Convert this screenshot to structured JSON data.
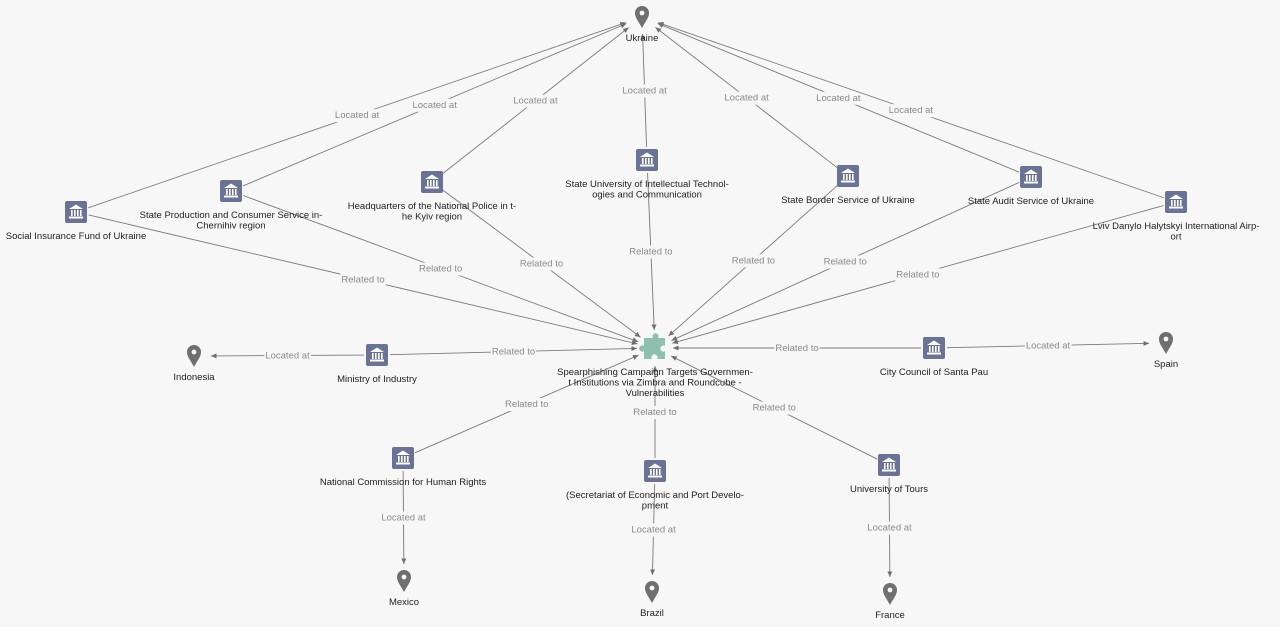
{
  "graph": {
    "nodes": [
      {
        "id": "ukraine",
        "type": "location",
        "label": [
          "Ukraine"
        ]
      },
      {
        "id": "indonesia",
        "type": "location",
        "label": [
          "Indonesia"
        ]
      },
      {
        "id": "spain",
        "type": "location",
        "label": [
          "Spain"
        ]
      },
      {
        "id": "mexico",
        "type": "location",
        "label": [
          "Mexico"
        ]
      },
      {
        "id": "brazil",
        "type": "location",
        "label": [
          "Brazil"
        ]
      },
      {
        "id": "france",
        "type": "location",
        "label": [
          "France"
        ]
      },
      {
        "id": "campaign",
        "type": "campaign",
        "label": [
          "Spearphishing Campaign Targets Governmen-",
          "t Institutions via Zimbra and Roundcube -",
          "Vulnerabilities"
        ]
      },
      {
        "id": "social_insurance",
        "type": "organization",
        "label": [
          "Social Insurance Fund of Ukraine"
        ]
      },
      {
        "id": "state_production",
        "type": "organization",
        "label": [
          "State Production and Consumer Service in-",
          "Chernihiv region"
        ]
      },
      {
        "id": "hq_police",
        "type": "organization",
        "label": [
          "Headquarters of the National Police in t-",
          "he Kyiv region"
        ]
      },
      {
        "id": "state_university",
        "type": "organization",
        "label": [
          "State University of Intellectual Technol-",
          "ogies and Communication"
        ]
      },
      {
        "id": "state_border",
        "type": "organization",
        "label": [
          "State Border Service of Ukraine"
        ]
      },
      {
        "id": "state_audit",
        "type": "organization",
        "label": [
          "State Audit Service of Ukraine"
        ]
      },
      {
        "id": "lviv_airport",
        "type": "organization",
        "label": [
          "Lviv Danylo Halytskyi International Airp-",
          "ort"
        ]
      },
      {
        "id": "ministry_industry",
        "type": "organization",
        "label": [
          "Ministry of Industry"
        ]
      },
      {
        "id": "city_council",
        "type": "organization",
        "label": [
          "City Council of Santa Pau"
        ]
      },
      {
        "id": "national_commission",
        "type": "organization",
        "label": [
          "National Commission for Human Rights"
        ]
      },
      {
        "id": "secretariat",
        "type": "organization",
        "label": [
          "(Secretariat of Economic and Port Develo-",
          "pment"
        ]
      },
      {
        "id": "univ_tours",
        "type": "organization",
        "label": [
          "University of Tours"
        ]
      }
    ],
    "edges": [
      {
        "from": "social_insurance",
        "to": "ukraine",
        "label": "Located at"
      },
      {
        "from": "state_production",
        "to": "ukraine",
        "label": "Located at"
      },
      {
        "from": "hq_police",
        "to": "ukraine",
        "label": "Located at"
      },
      {
        "from": "state_university",
        "to": "ukraine",
        "label": "Located at"
      },
      {
        "from": "state_border",
        "to": "ukraine",
        "label": "Located at"
      },
      {
        "from": "state_audit",
        "to": "ukraine",
        "label": "Located at"
      },
      {
        "from": "lviv_airport",
        "to": "ukraine",
        "label": "Located at"
      },
      {
        "from": "social_insurance",
        "to": "campaign",
        "label": "Related to"
      },
      {
        "from": "state_production",
        "to": "campaign",
        "label": "Related to"
      },
      {
        "from": "hq_police",
        "to": "campaign",
        "label": "Related to"
      },
      {
        "from": "state_university",
        "to": "campaign",
        "label": "Related to"
      },
      {
        "from": "state_border",
        "to": "campaign",
        "label": "Related to"
      },
      {
        "from": "state_audit",
        "to": "campaign",
        "label": "Related to"
      },
      {
        "from": "lviv_airport",
        "to": "campaign",
        "label": "Related to"
      },
      {
        "from": "ministry_industry",
        "to": "campaign",
        "label": "Related to"
      },
      {
        "from": "ministry_industry",
        "to": "indonesia",
        "label": "Located at"
      },
      {
        "from": "city_council",
        "to": "campaign",
        "label": "Related to"
      },
      {
        "from": "city_council",
        "to": "spain",
        "label": "Located at"
      },
      {
        "from": "national_commission",
        "to": "campaign",
        "label": "Related to"
      },
      {
        "from": "national_commission",
        "to": "mexico",
        "label": "Located at"
      },
      {
        "from": "secretariat",
        "to": "campaign",
        "label": "Related to"
      },
      {
        "from": "secretariat",
        "to": "brazil",
        "label": "Located at"
      },
      {
        "from": "univ_tours",
        "to": "campaign",
        "label": "Related to"
      },
      {
        "from": "univ_tours",
        "to": "france",
        "label": "Located at"
      }
    ]
  }
}
